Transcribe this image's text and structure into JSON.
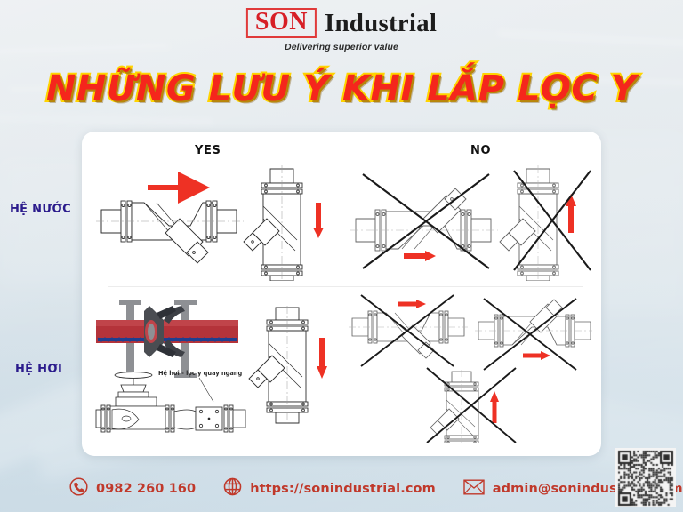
{
  "brand": {
    "logo_boxed_text": "SON",
    "logo_text": "Industrial",
    "tagline": "Delivering superior value",
    "logo_box_color": "#e03a3a",
    "logo_red": "#d71f26"
  },
  "title": {
    "text": "NHỮNG LƯU Ý KHI LẮP LỌC Y",
    "fill_color": "#f5261c",
    "outline_color": "#ffd400"
  },
  "side_labels": {
    "water": "HỆ NƯỚC",
    "steam": "HỆ HƠI",
    "color": "#2b1b8c"
  },
  "panel": {
    "columns": [
      {
        "label": "YES",
        "name": "yes"
      },
      {
        "label": "NO",
        "name": "no"
      }
    ],
    "rows": [
      {
        "system": "HỆ NƯỚC"
      },
      {
        "system": "HỆ HƠI"
      }
    ],
    "diagrams": {
      "yes_water": [
        {
          "name": "y-strainer-horizontal-pocket-down",
          "arrow": "right",
          "arrow_color": "#ee3124",
          "correct": true
        },
        {
          "name": "y-strainer-vertical-flow-down",
          "arrow": "down",
          "arrow_color": "#ee3124",
          "correct": true
        }
      ],
      "no_water": [
        {
          "name": "y-strainer-horizontal-pocket-up",
          "arrow": "right",
          "arrow_color": "#ee3124",
          "correct": false
        },
        {
          "name": "y-strainer-vertical-flow-up",
          "arrow": "up",
          "arrow_color": "#ee3124",
          "correct": false
        }
      ],
      "yes_steam": [
        {
          "name": "steam-pipe-condensate-section",
          "arrow": "none",
          "correct": true
        },
        {
          "name": "y-strainer-sideways-valve-assembly",
          "arrow": "none",
          "correct": true,
          "caption": "Hệ hơi - lọc y quay ngang"
        },
        {
          "name": "y-strainer-vertical-flow-down",
          "arrow": "down",
          "arrow_color": "#ee3124",
          "correct": true
        }
      ],
      "no_steam": [
        {
          "name": "y-strainer-horizontal-pocket-down",
          "arrow": "right",
          "arrow_color": "#ee3124",
          "correct": false
        },
        {
          "name": "y-strainer-horizontal-pocket-up",
          "arrow": "right",
          "arrow_color": "#ee3124",
          "correct": false
        },
        {
          "name": "y-strainer-vertical-flow-up",
          "arrow": "up",
          "arrow_color": "#ee3124",
          "correct": false
        }
      ]
    },
    "steam_caption": "Hệ hơi - lọc y quay ngang"
  },
  "footer": {
    "phone": "0982 260 160",
    "website": "https://sonindustrial.com",
    "email": "admin@sonindustrial.com",
    "accent_color": "#c0392b",
    "icons": {
      "phone": "phone-icon",
      "website": "globe-icon",
      "email": "envelope-icon",
      "qr": "qr-code"
    }
  }
}
